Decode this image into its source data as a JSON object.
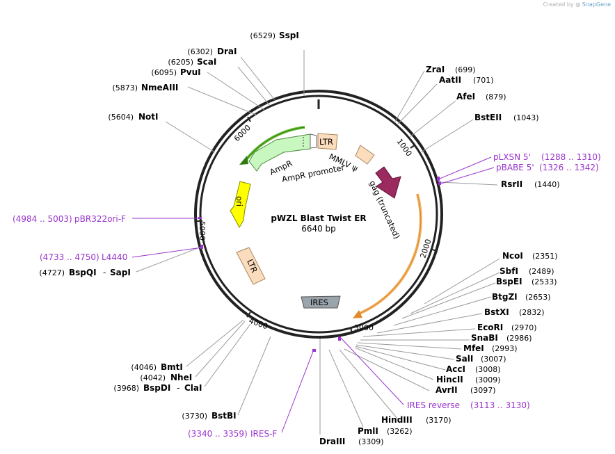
{
  "branding": {
    "created_by": "Created by",
    "snapgene": "SnapGene"
  },
  "plasmid": {
    "name": "pWZL Blast Twist ER",
    "size": "6640 bp"
  },
  "ticks": [
    "1000",
    "2000",
    "3000",
    "4000",
    "5000",
    "6000"
  ],
  "features": {
    "ltr_5": "LTR",
    "mmlv_psi": "MMLV ψ",
    "gag": "gag (truncated)",
    "ires": "IRES",
    "ltr_3": "LTR",
    "ori": "ori",
    "ampr": "AmpR",
    "ampr_promoter": "AmpR promoter"
  },
  "enzymes": [
    {
      "name": "SspI",
      "pos": "(6529)"
    },
    {
      "name": "DraI",
      "pos": "(6302)"
    },
    {
      "name": "ScaI",
      "pos": "(6205)"
    },
    {
      "name": "PvuI",
      "pos": "(6095)"
    },
    {
      "name": "NmeAIII",
      "pos": "(5873)"
    },
    {
      "name": "NotI",
      "pos": "(5604)"
    },
    {
      "name": "ZraI",
      "pos": "(699)"
    },
    {
      "name": "AatII",
      "pos": "(701)"
    },
    {
      "name": "AfeI",
      "pos": "(879)"
    },
    {
      "name": "BstEII",
      "pos": "(1043)"
    },
    {
      "name": "RsrII",
      "pos": "(1440)"
    },
    {
      "name": "NcoI",
      "pos": "(2351)"
    },
    {
      "name": "SbfI",
      "pos": "(2489)"
    },
    {
      "name": "BspEI",
      "pos": "(2533)"
    },
    {
      "name": "BtgZI",
      "pos": "(2653)"
    },
    {
      "name": "BstXI",
      "pos": "(2832)"
    },
    {
      "name": "EcoRI",
      "pos": "(2970)"
    },
    {
      "name": "SnaBI",
      "pos": "(2986)"
    },
    {
      "name": "MfeI",
      "pos": "(2993)"
    },
    {
      "name": "SalI",
      "pos": "(3007)"
    },
    {
      "name": "AccI",
      "pos": "(3008)"
    },
    {
      "name": "HincII",
      "pos": "(3009)"
    },
    {
      "name": "AvrII",
      "pos": "(3097)"
    },
    {
      "name": "HindIII",
      "pos": "(3170)"
    },
    {
      "name": "PmlI",
      "pos": "(3262)"
    },
    {
      "name": "DraIII",
      "pos": "(3309)"
    },
    {
      "name": "BstBI",
      "pos": "(3730)"
    },
    {
      "name": "BmtI",
      "pos": "(4046)"
    },
    {
      "name": "NheI",
      "pos": "(4042)"
    },
    {
      "name": "BspDI",
      "pos": "(3968)"
    },
    {
      "name": "ClaI",
      "pos": ""
    },
    {
      "name": "BspQI",
      "pos": "(4727)"
    },
    {
      "name": "SapI",
      "pos": ""
    }
  ],
  "primers": [
    {
      "name": "pLXSN 5'",
      "range": "(1288 .. 1310)"
    },
    {
      "name": "pBABE 5'",
      "range": "(1326 .. 1342)"
    },
    {
      "name": "pBR322ori-F",
      "range": "(4984 .. 5003)"
    },
    {
      "name": "L4440",
      "range": "(4733 .. 4750)"
    },
    {
      "name": "IRES reverse",
      "range": "(3113 .. 3130)"
    },
    {
      "name": "IRES-F",
      "range": "(3340 .. 3359)"
    }
  ],
  "colors": {
    "ltr": "#fbdcbc",
    "gag": "#9b2a5e",
    "gag_orf": "#f0b060",
    "ires": "#9aa4ac",
    "ori": "#ffff00",
    "ampr": "#c8f7c0",
    "ampr_orf": "#66bb33",
    "primer": "#9933cc",
    "backbone": "#222222",
    "label_line": "#9a9a9a"
  },
  "icons": [
    "snapgene-logo-icon"
  ]
}
